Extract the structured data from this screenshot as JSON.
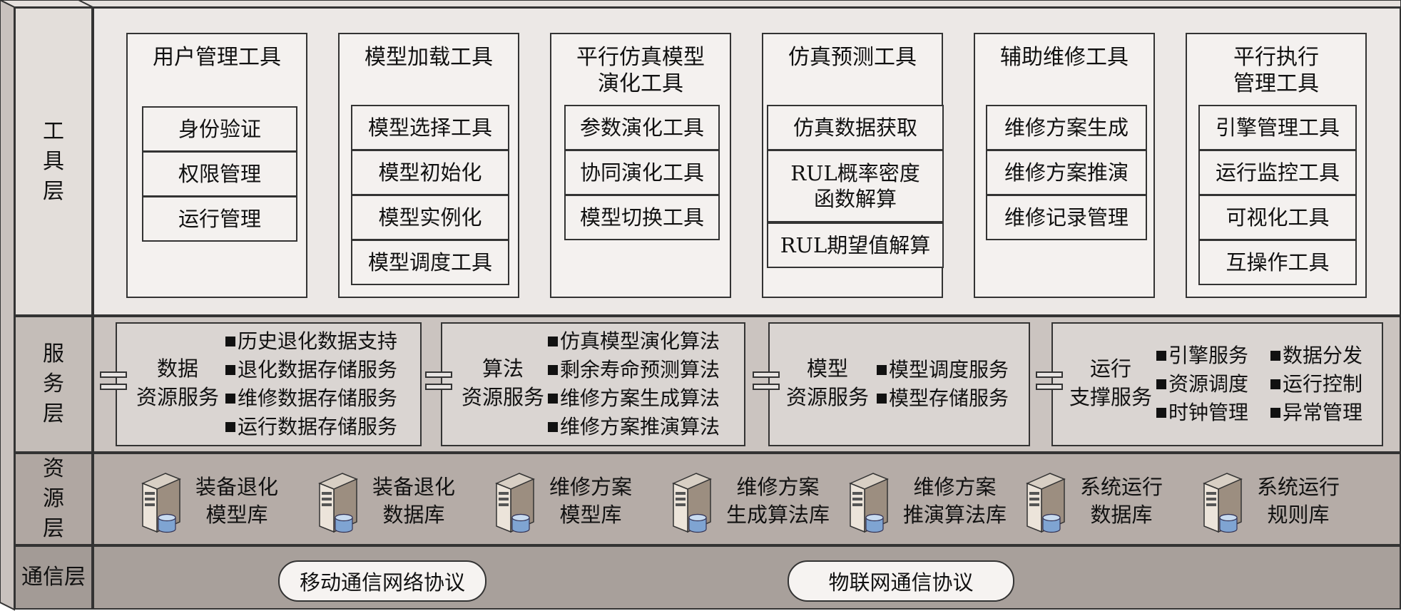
{
  "colors": {
    "tool_layer_bg": "#ece8e6",
    "service_layer_bg": "#cbc4c0",
    "resource_layer_bg": "#b5aca7",
    "comm_layer_bg": "#a8a09b",
    "label_col_bg": "#dcd6d2",
    "border": "#333333"
  },
  "layers": {
    "tool": "工具层",
    "service": "服务层",
    "resource": "资源层",
    "comm": "通信层"
  },
  "tool_groups": [
    {
      "title": "用户管理工具",
      "items": [
        "身份验证",
        "权限管理",
        "运行管理"
      ]
    },
    {
      "title": "模型加载工具",
      "items": [
        "模型选择工具",
        "模型初始化",
        "模型实例化",
        "模型调度工具"
      ]
    },
    {
      "title": "平行仿真模型\n演化工具",
      "items": [
        "参数演化工具",
        "协同演化工具",
        "模型切换工具"
      ]
    },
    {
      "title": "仿真预测工具",
      "items": [
        "仿真数据获取",
        "RUL概率密度\n函数解算",
        "RUL期望值解算"
      ]
    },
    {
      "title": "辅助维修工具",
      "items": [
        "维修方案生成",
        "维修方案推演",
        "维修记录管理"
      ]
    },
    {
      "title": "平行执行\n管理工具",
      "items": [
        "引擎管理工具",
        "运行监控工具",
        "可视化工具",
        "互操作工具"
      ]
    }
  ],
  "service_groups": [
    {
      "name": "数据\n资源服务",
      "items": [
        "历史退化数据支持",
        "退化数据存储服务",
        "维修数据存储服务",
        "运行数据存储服务"
      ]
    },
    {
      "name": "算法\n资源服务",
      "items": [
        "仿真模型演化算法",
        "剩余寿命预测算法",
        "维修方案生成算法",
        "维修方案推演算法"
      ]
    },
    {
      "name": "模型\n资源服务",
      "items": [
        "模型调度服务",
        "模型存储服务"
      ]
    },
    {
      "name": "运行\n支撑服务",
      "items": [
        "引擎服务",
        "资源调度",
        "时钟管理",
        "数据分发",
        "运行控制",
        "异常管理"
      ]
    }
  ],
  "resources": [
    {
      "label": "装备退化\n模型库",
      "icon": "database-server-icon"
    },
    {
      "label": "装备退化\n数据库",
      "icon": "database-server-icon"
    },
    {
      "label": "维修方案\n模型库",
      "icon": "database-server-icon"
    },
    {
      "label": "维修方案\n生成算法库",
      "icon": "database-server-icon"
    },
    {
      "label": "维修方案\n推演算法库",
      "icon": "database-server-icon"
    },
    {
      "label": "系统运行\n数据库",
      "icon": "database-server-icon"
    },
    {
      "label": "系统运行\n规则库",
      "icon": "database-server-icon"
    }
  ],
  "protocols": [
    "移动通信网络协议",
    "物联网通信协议"
  ]
}
